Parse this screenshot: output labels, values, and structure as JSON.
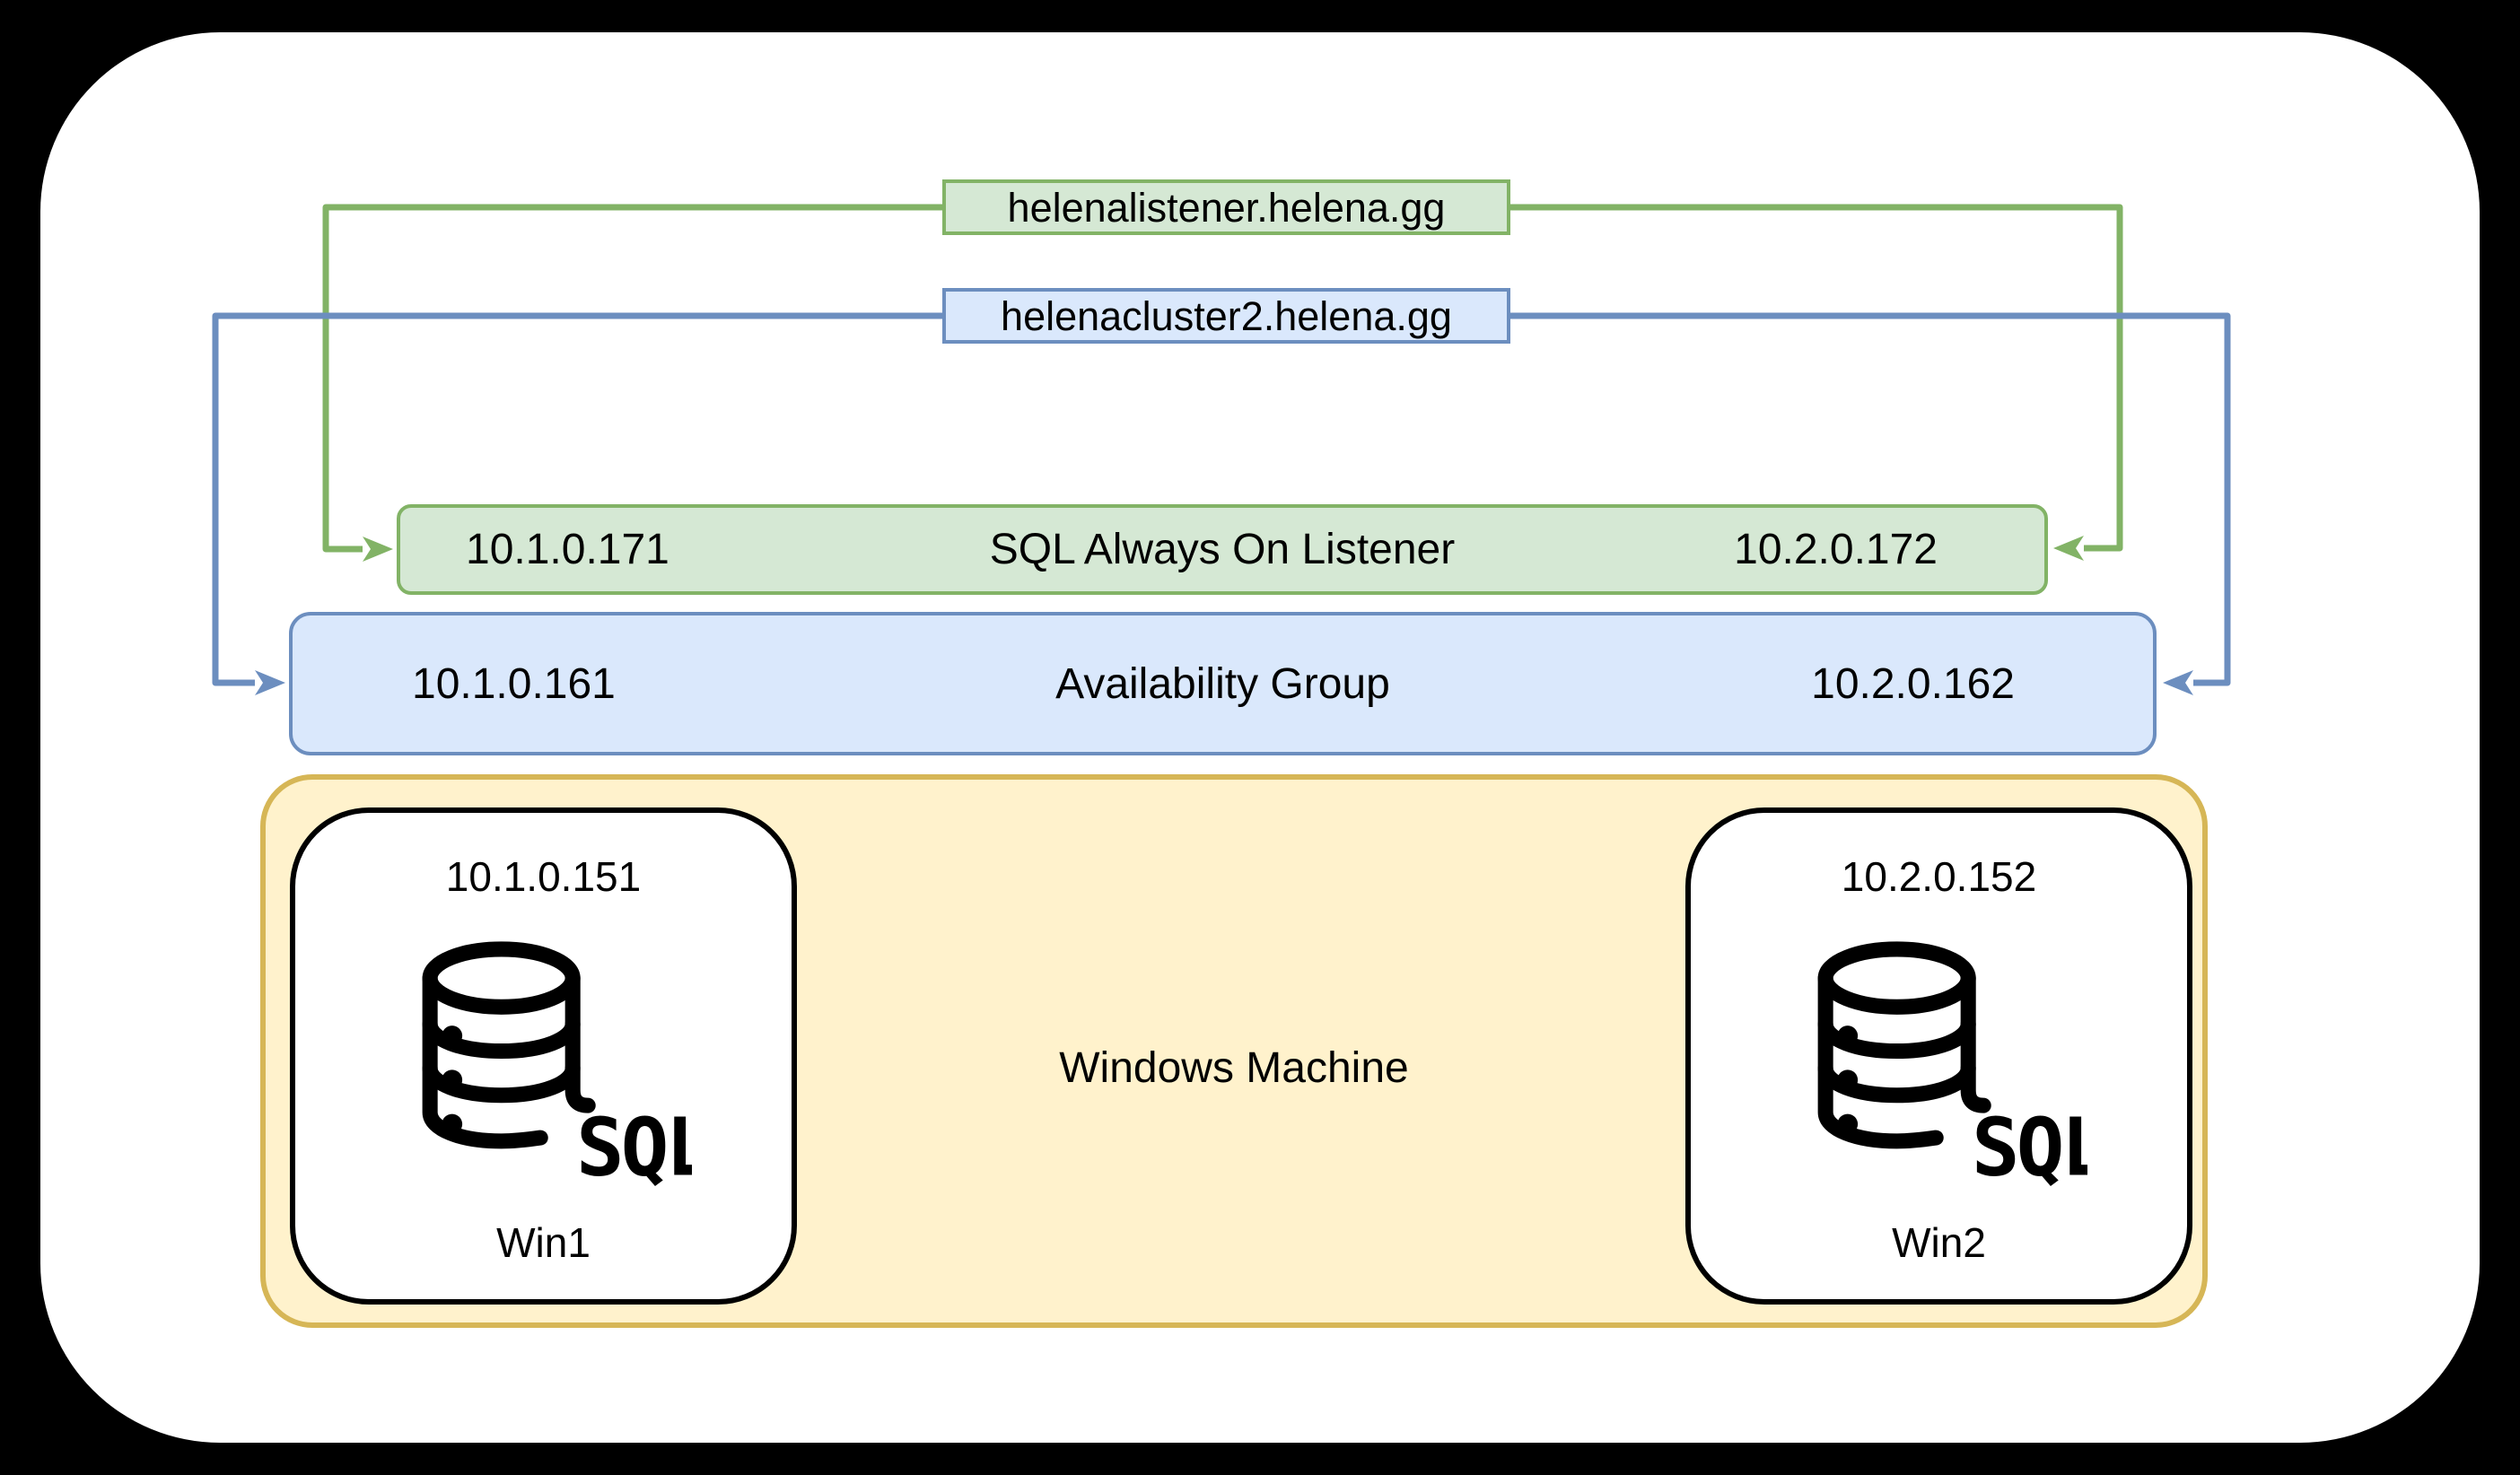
{
  "diagram": {
    "description": "SQL Server Always On availability group architecture diagram",
    "dns_labels": [
      {
        "text": "helenalistener.helena.gg",
        "scheme": "green"
      },
      {
        "text": "helenacluster2.helena.gg",
        "scheme": "blue"
      }
    ],
    "listener": {
      "title": "SQL Always On Listener",
      "left_ip": "10.1.0.171",
      "right_ip": "10.2.0.172"
    },
    "availability_group": {
      "title": "Availability Group",
      "left_ip": "10.1.0.161",
      "right_ip": "10.2.0.162"
    },
    "windows_machine": {
      "title": "Windows Machine",
      "nodes": [
        {
          "ip": "10.1.0.151",
          "name": "Win1",
          "icon": "sql-database-icon",
          "icon_label": "SQL"
        },
        {
          "ip": "10.2.0.152",
          "name": "Win2",
          "icon": "sql-database-icon",
          "icon_label": "SQL"
        }
      ]
    },
    "colors": {
      "background": "#000000",
      "canvas": "#FFFFFF",
      "green_fill": "#D5E8D4",
      "green_stroke": "#82B366",
      "blue_fill": "#DAE8FC",
      "blue_stroke": "#6C8EBF",
      "yellow_fill": "#FFF2CC",
      "yellow_stroke": "#D6B656",
      "node_stroke": "#000000"
    }
  }
}
